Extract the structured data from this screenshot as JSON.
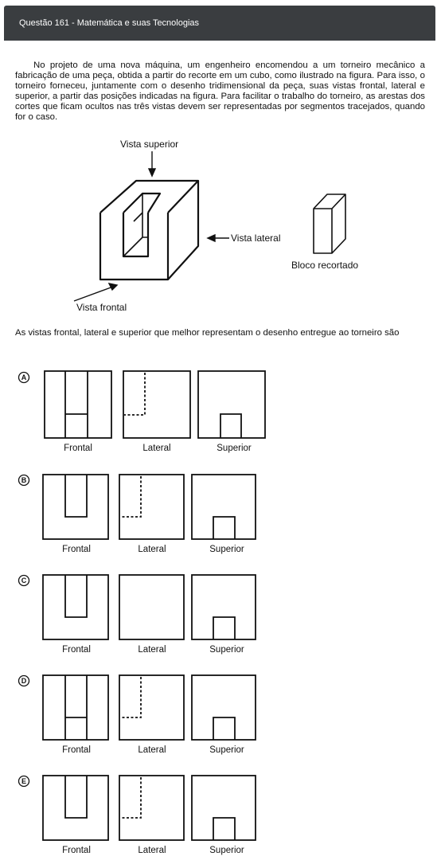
{
  "header": {
    "title": "Questão 161 - Matemática e suas Tecnologias"
  },
  "statement": "No projeto de uma nova máquina, um engenheiro encomendou a um torneiro mecânico a fabricação de uma peça, obtida a partir do recorte em um cubo, como ilustrado na figura. Para isso, o torneiro forneceu, juntamente com o desenho tridimensional da peça, suas vistas frontal, lateral e superior, a partir das posições indicadas na figura. Para facilitar o trabalho do torneiro, as arestas dos cortes que ficam ocultos nas três vistas devem ser representadas por segmentos tracejados, quando for o caso.",
  "figure": {
    "top_view_label": "Vista superior",
    "side_view_label": "Vista lateral",
    "front_view_label": "Vista frontal",
    "cut_block_label": "Bloco recortado"
  },
  "question": "As vistas frontal, lateral e superior que melhor representam o desenho entregue ao torneiro são",
  "options": [
    {
      "letter": "A",
      "captions": [
        "Frontal",
        "Lateral",
        "Superior"
      ]
    },
    {
      "letter": "B",
      "captions": [
        "Frontal",
        "Lateral",
        "Superior"
      ]
    },
    {
      "letter": "C",
      "captions": [
        "Frontal",
        "Lateral",
        "Superior"
      ]
    },
    {
      "letter": "D",
      "captions": [
        "Frontal",
        "Lateral",
        "Superior"
      ]
    },
    {
      "letter": "E",
      "captions": [
        "Frontal",
        "Lateral",
        "Superior"
      ]
    }
  ]
}
